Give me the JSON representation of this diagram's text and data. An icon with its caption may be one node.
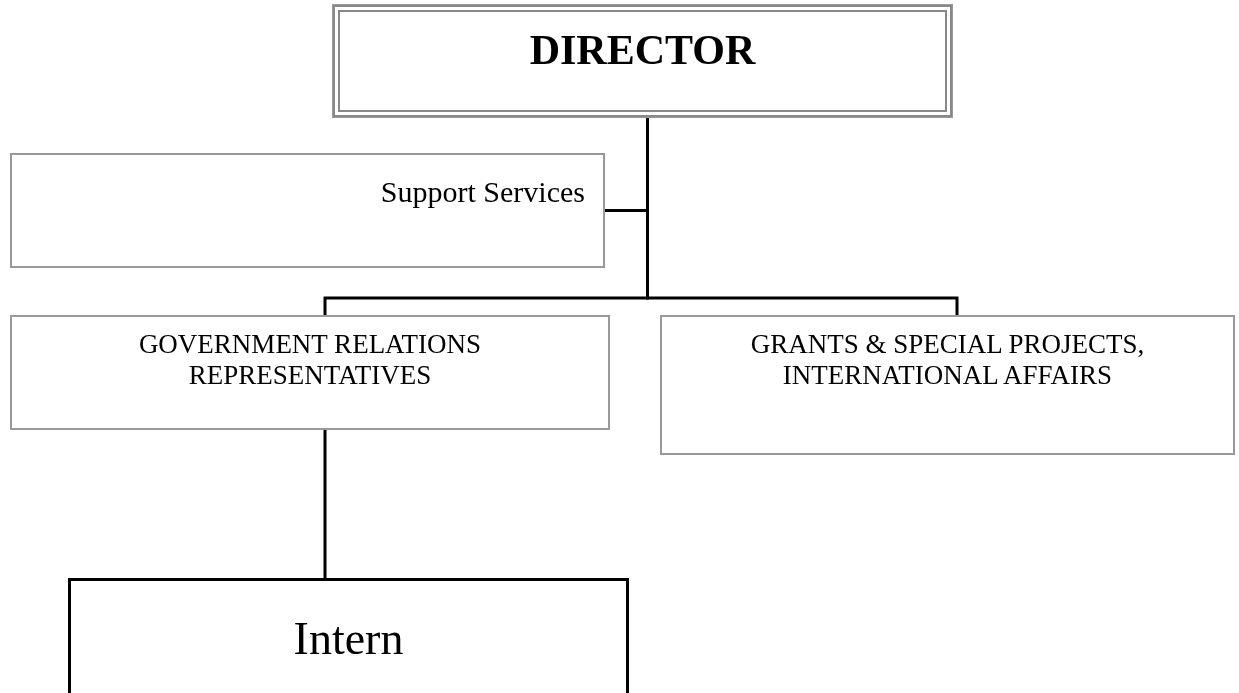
{
  "diagram": {
    "nodes": [
      {
        "text": [
          "DIRECTOR"
        ]
      },
      {
        "text": [
          "Support Services"
        ]
      },
      {
        "text": [
          "GOVERNMENT RELATIONS REPRESENTATIVES"
        ]
      },
      {
        "text": [
          "GRANTS & SPECIAL PROJECTS, INTERNATIONAL AFFAIRS"
        ]
      },
      {
        "text": [
          "Intern"
        ]
      }
    ],
    "edges": [
      {
        "from": 0,
        "to": 1,
        "arrow": "none"
      },
      {
        "from": 0,
        "to": 2,
        "arrow": "none"
      },
      {
        "from": 0,
        "to": 3,
        "arrow": "none"
      },
      {
        "from": 2,
        "to": 4,
        "arrow": "none"
      }
    ]
  }
}
